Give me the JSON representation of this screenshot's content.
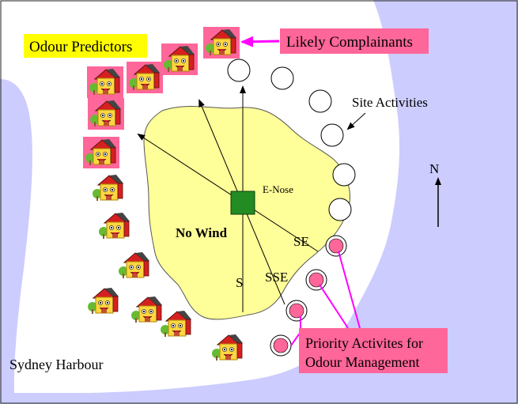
{
  "labels": {
    "odour_predictors": "Odour Predictors",
    "likely_complainants": "Likely Complainants",
    "site_activities": "Site Activities",
    "north": "N",
    "enose": "E-Nose",
    "no_wind": "No Wind",
    "se": "SE",
    "sse": "SSE",
    "s": "S",
    "priority_line1": "Priority Activites for",
    "priority_line2": "Odour Management",
    "sydney_harbour": "Sydney Harbour"
  },
  "colors": {
    "water": "#ccccff",
    "land": "#ffffff",
    "site_fill": "#ffff99",
    "enose_fill": "#228b22",
    "predictor_label_bg": "#ffff00",
    "callout_bg": "#ff6699",
    "priority_circle": "#ff6699",
    "pointer": "#ff00ff",
    "house_highlight": "#ff6699"
  },
  "icons": {
    "house": "house-icon",
    "activity": "site-activity-circle",
    "priority": "priority-activity-circle"
  }
}
